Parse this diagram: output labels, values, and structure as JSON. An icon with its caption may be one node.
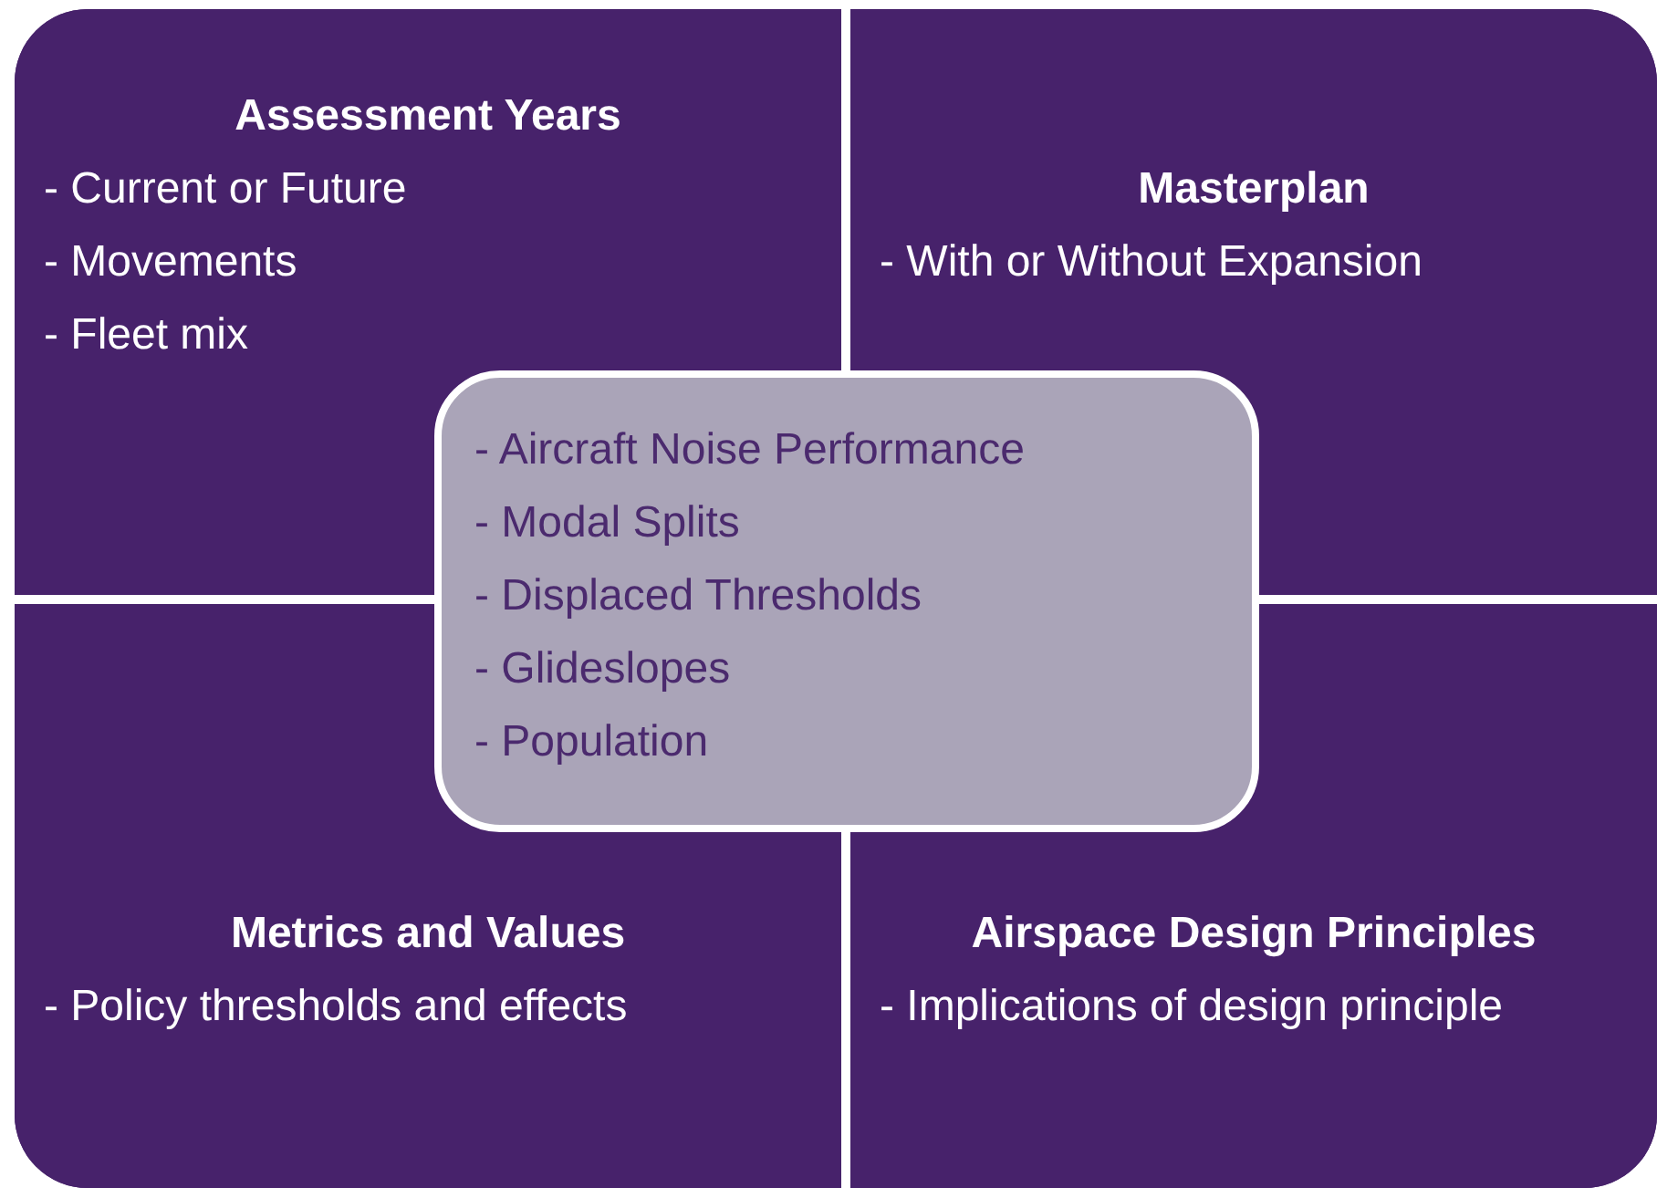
{
  "diagram": {
    "nodes": [
      {
        "text": [
          "Assessment Years",
          "- Current or Future",
          "- Movements",
          "- Fleet mix"
        ]
      },
      {
        "text": [
          "Masterplan",
          "- With or Without Expansion"
        ]
      },
      {
        "text": [
          "Metrics and Values",
          "- Policy thresholds and effects"
        ]
      },
      {
        "text": [
          "Airspace Design Principles",
          "- Implications of design principle"
        ]
      },
      {
        "text": [
          "- Aircraft Noise Performance",
          "- Modal Splits",
          "- Displaced Thresholds",
          "- Glideslopes",
          "- Population"
        ]
      }
    ]
  }
}
